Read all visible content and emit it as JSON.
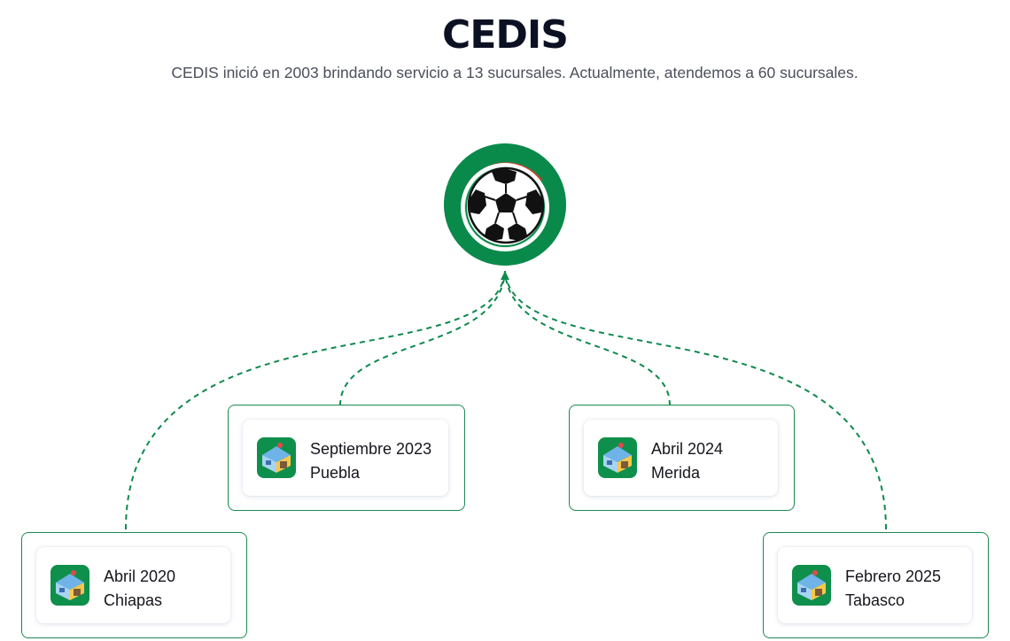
{
  "header": {
    "title": "CEDIS",
    "subtitle": "CEDIS inició en 2003 brindando servicio a 13 sucursales. Actualmente, atendemos a 60 sucursales."
  },
  "hub": {
    "icon": "soccer-ball-icon"
  },
  "branches": [
    {
      "date": "Abril 2020",
      "city": "Chiapas",
      "icon": "store-building-icon"
    },
    {
      "date": "Septiembre 2023",
      "city": "Puebla",
      "icon": "store-building-icon"
    },
    {
      "date": "Abril 2024",
      "city": "Merida",
      "icon": "store-building-icon"
    },
    {
      "date": "Febrero 2025",
      "city": "Tabasco",
      "icon": "store-building-icon"
    }
  ],
  "colors": {
    "accent_green": "#0a8a4a",
    "card_border": "#1a8a50",
    "connector": "#0f8a4e",
    "title": "#0c1023",
    "subtitle": "#4b4f5c"
  }
}
